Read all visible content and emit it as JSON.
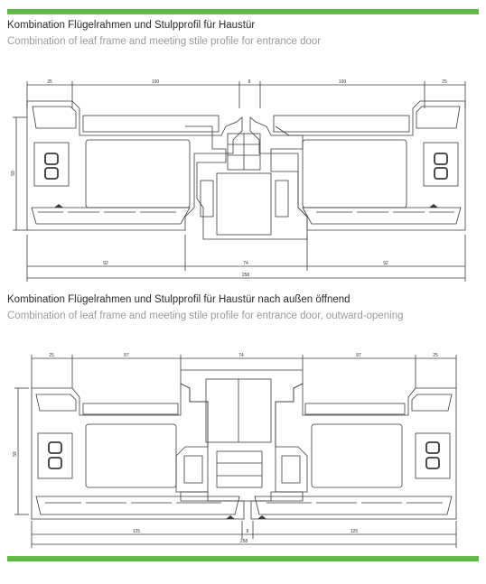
{
  "theme": {
    "accent": "#62b847",
    "line": "#3a3a3a"
  },
  "section1": {
    "title": "Kombination Flügelrahmen und Stulpprofil für Haustür",
    "subtitle": "Combination of leaf frame and meeting stile profile for entrance door",
    "dims": {
      "left_frame": "25",
      "left_leaf": "100",
      "gap": "8",
      "right_leaf": "100",
      "right_frame": "25",
      "height": "59",
      "bottom_left": "92",
      "bottom_mid": "74",
      "bottom_right": "92",
      "total": "258"
    }
  },
  "section2": {
    "title": "Kombination Flügelrahmen und Stulpprofil für Haustür nach außen öffnend",
    "subtitle": "Combination of leaf frame and meeting stile profile for entrance door, outward-opening",
    "dims": {
      "left_frame": "25",
      "left_leaf": "87",
      "mid": "74",
      "right_leaf": "87",
      "right_frame": "25",
      "height": "59",
      "bottom_left": "125",
      "gap": "8",
      "bottom_right": "125",
      "total": "258"
    }
  }
}
